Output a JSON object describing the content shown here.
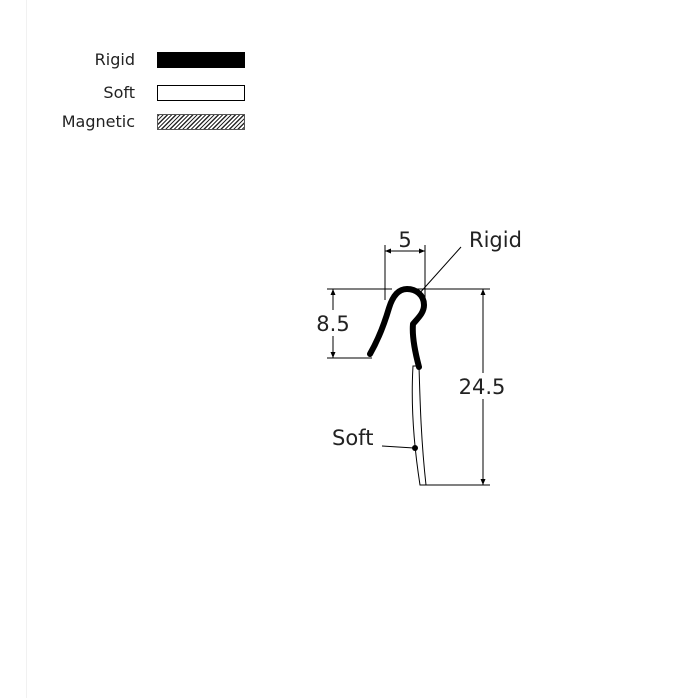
{
  "legend": {
    "items": [
      {
        "label": "Rigid",
        "style": "solid-black"
      },
      {
        "label": "Soft",
        "style": "white-outline"
      },
      {
        "label": "Magnetic",
        "style": "diagonal-hatch"
      }
    ]
  },
  "drawing": {
    "dimensions": {
      "width": "5",
      "rigid_height": "8.5",
      "total_height": "24.5"
    },
    "callouts": {
      "rigid": "Rigid",
      "soft": "Soft"
    }
  },
  "colors": {
    "line": "#000000",
    "text": "#222222",
    "soft_fill": "#ffffff"
  }
}
